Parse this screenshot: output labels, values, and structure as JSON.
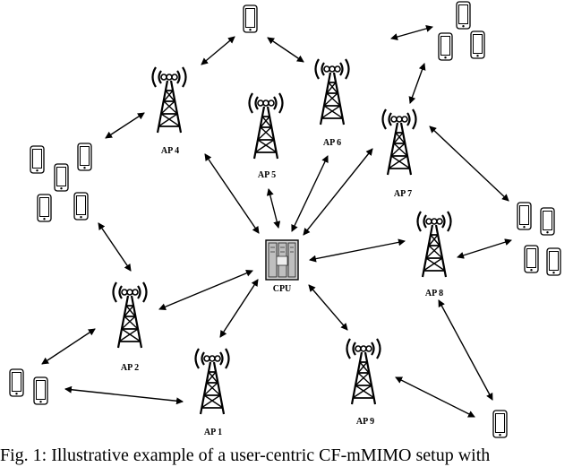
{
  "nodes": {
    "ap1": "AP 1",
    "ap2": "AP 2",
    "ap4": "AP 4",
    "ap5": "AP 5",
    "ap6": "AP 6",
    "ap7": "AP 7",
    "ap8": "AP 8",
    "ap9": "AP 9",
    "cpu": "CPU"
  },
  "icons": {
    "access_point": "radio-tower-icon",
    "user_device": "smartphone-icon",
    "central_processor": "server-rack-icon",
    "connection": "double-arrow"
  },
  "caption": "Fig. 1: Illustrative example of a user-centric CF-mMIMO setup with"
}
